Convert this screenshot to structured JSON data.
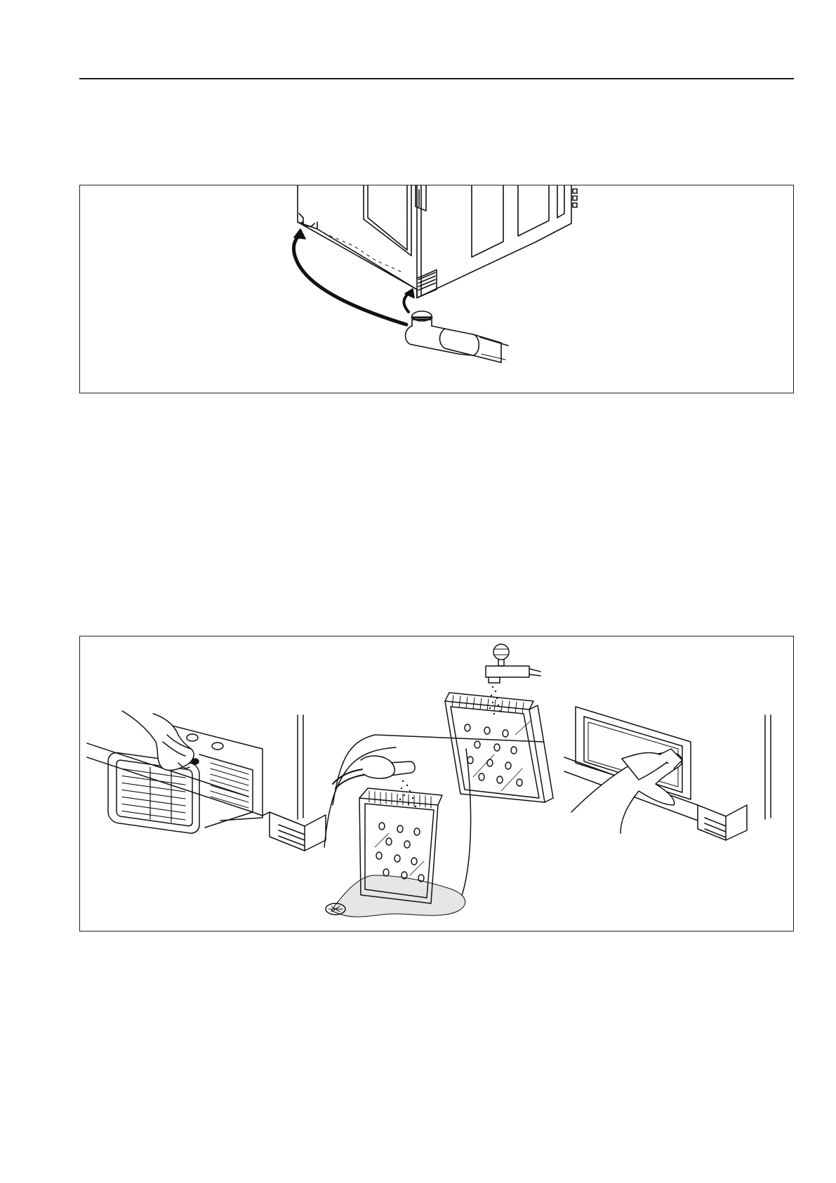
{
  "page": {
    "header_rule": true
  },
  "figures": [
    {
      "id": "figure-1",
      "depicts": "appliance-base-with-hose-connection-arrows"
    },
    {
      "id": "figure-2",
      "depicts": "filter-removal-rinsing-and-wiping"
    }
  ],
  "colors": {
    "ink": "#111111",
    "water_tint": "#d9d9d9",
    "paper": "#ffffff"
  }
}
